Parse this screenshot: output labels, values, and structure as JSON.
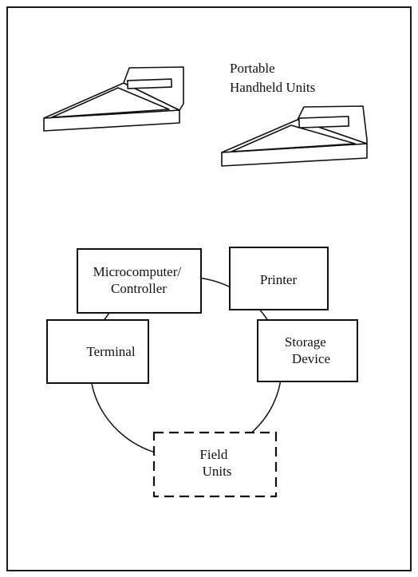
{
  "diagram": {
    "devices_caption": [
      "Portable",
      "Handheld Units"
    ],
    "nodes": [
      {
        "id": "microcomputer",
        "lines": [
          "Microcomputer/",
          "Controller"
        ],
        "style": "solid"
      },
      {
        "id": "printer",
        "lines": [
          "Printer"
        ],
        "style": "solid"
      },
      {
        "id": "terminal",
        "lines": [
          "Terminal"
        ],
        "style": "solid"
      },
      {
        "id": "storage",
        "lines": [
          "Storage",
          "Device"
        ],
        "style": "solid"
      },
      {
        "id": "field-units",
        "lines": [
          "Field",
          "Units"
        ],
        "style": "dashed"
      }
    ]
  },
  "colors": {
    "ink": "#111111",
    "paper": "#ffffff"
  }
}
